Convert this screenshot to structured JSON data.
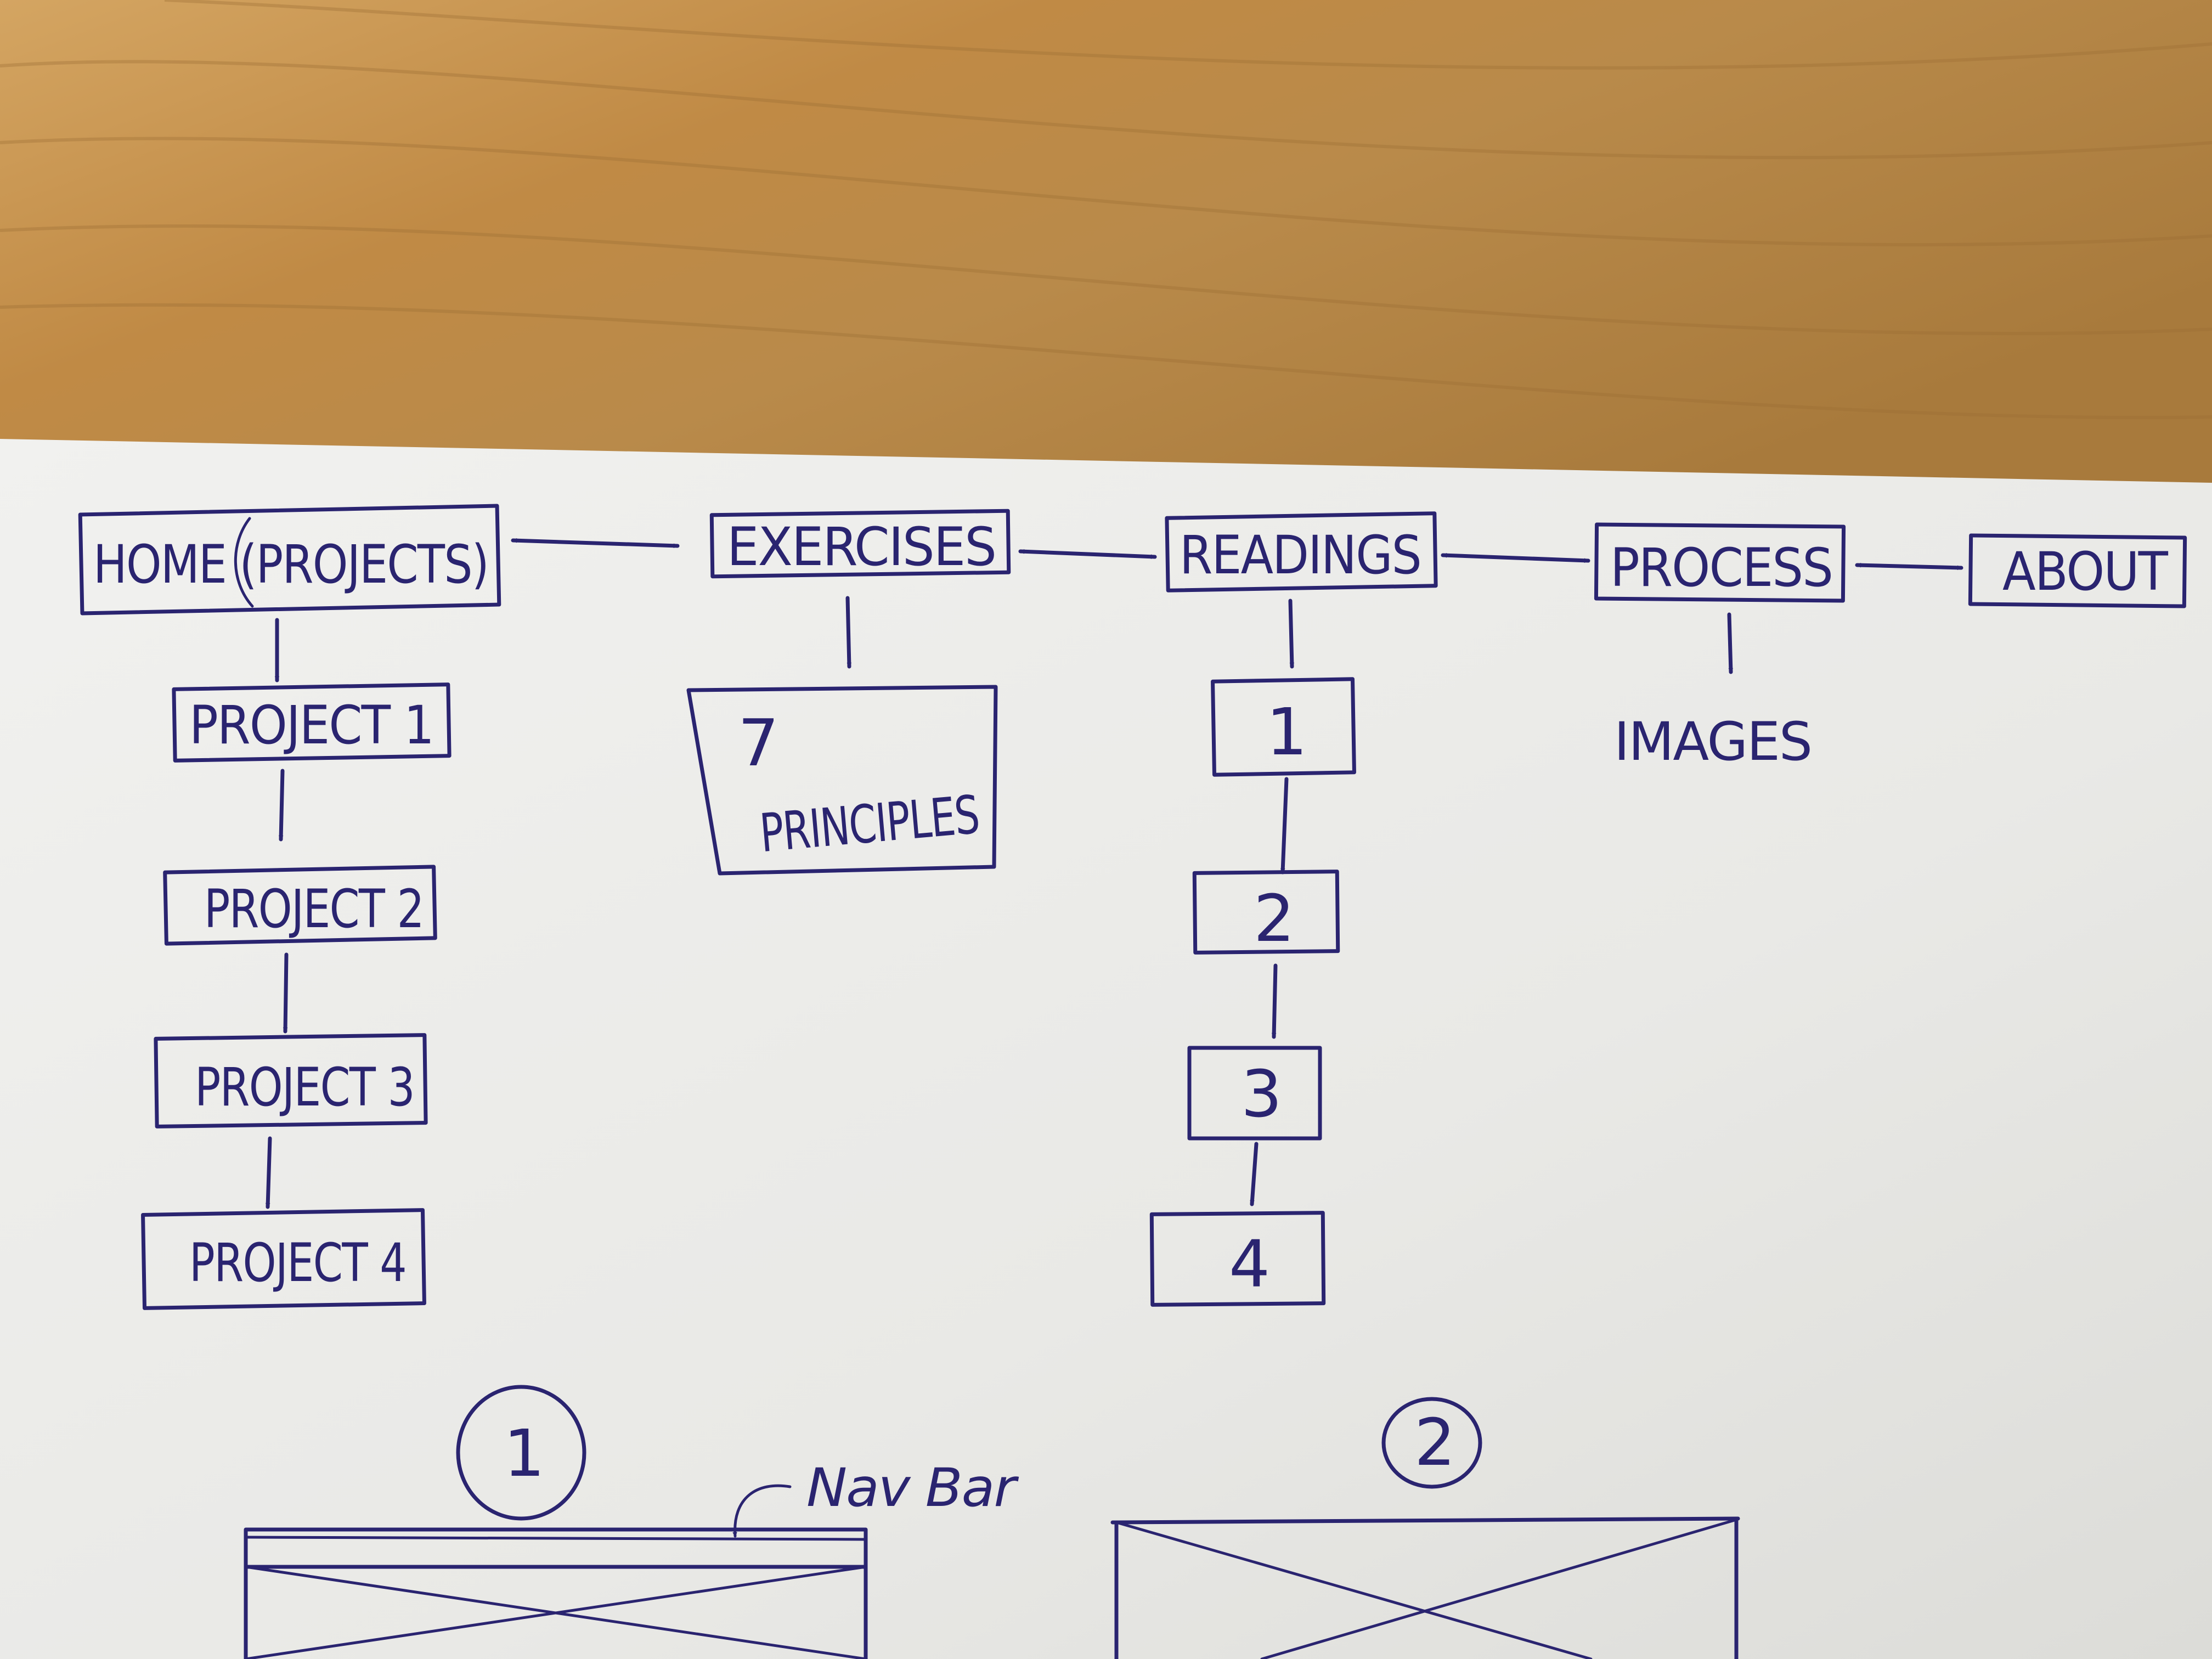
{
  "colors": {
    "ink": "#2a2470",
    "paper": "#efefed",
    "table": "#c8964f"
  },
  "sitemap": {
    "top_nav": [
      {
        "id": "home",
        "label": "HOME (PROJECTS)"
      },
      {
        "id": "exercises",
        "label": "EXERCISES"
      },
      {
        "id": "readings",
        "label": "READINGS"
      },
      {
        "id": "process",
        "label": "PROCESS"
      },
      {
        "id": "about",
        "label": "ABOUT"
      }
    ],
    "projects": [
      "PROJECT 1",
      "PROJECT 2",
      "PROJECT 3",
      "PROJECT 4"
    ],
    "exercises_child": {
      "number": "7",
      "label": "PRINCIPLES"
    },
    "readings_children": [
      "1",
      "2",
      "3",
      "4"
    ],
    "process_child": "IMAGES"
  },
  "wireframes": [
    {
      "number": "1",
      "annotation": "Nav Bar"
    },
    {
      "number": "2"
    }
  ]
}
